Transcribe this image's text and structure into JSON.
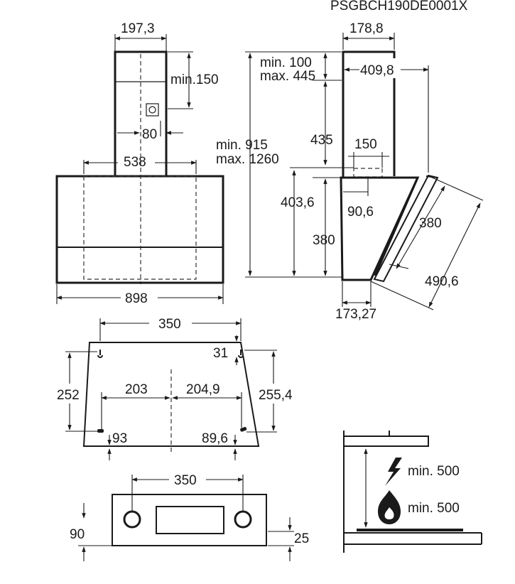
{
  "model_code": "PSGBCH190DE0001X",
  "colors": {
    "line": "#1a1a1a",
    "background": "#ffffff"
  },
  "icons": [
    "electric-bolt-icon",
    "gas-flame-icon"
  ],
  "front_view": {
    "chimney_width": "197,3",
    "socket_clearance": "min.150",
    "socket_offset": "80",
    "cutout_width": "538",
    "hood_width": "898"
  },
  "side_view": {
    "chimney_depth": "178,8",
    "top_min": "min. 100",
    "top_max": "max. 445",
    "overall_min": "min. 915",
    "overall_max": "max. 1260",
    "chimney_height": "435",
    "bracket_width": "150",
    "body_height": "403,6",
    "bracket_offset": "90,6",
    "body_front_height": "380",
    "base_depth": "173,27",
    "projection": "409,8",
    "glass_width": "380",
    "glass_length": "490,6"
  },
  "mounting_template": {
    "top_hole_spacing": "350",
    "top_hole_offset": "31",
    "left_height": "252",
    "right_height": "255,4",
    "left_to_center": "203",
    "center_to_right": "204,9",
    "left_bottom_offset": "93",
    "right_bottom_offset": "89,6"
  },
  "bottom_view": {
    "hole_spacing": "350",
    "left_depth": "90",
    "right_depth": "25"
  },
  "clearance": {
    "electric_min": "min. 500",
    "gas_min": "min. 500"
  }
}
